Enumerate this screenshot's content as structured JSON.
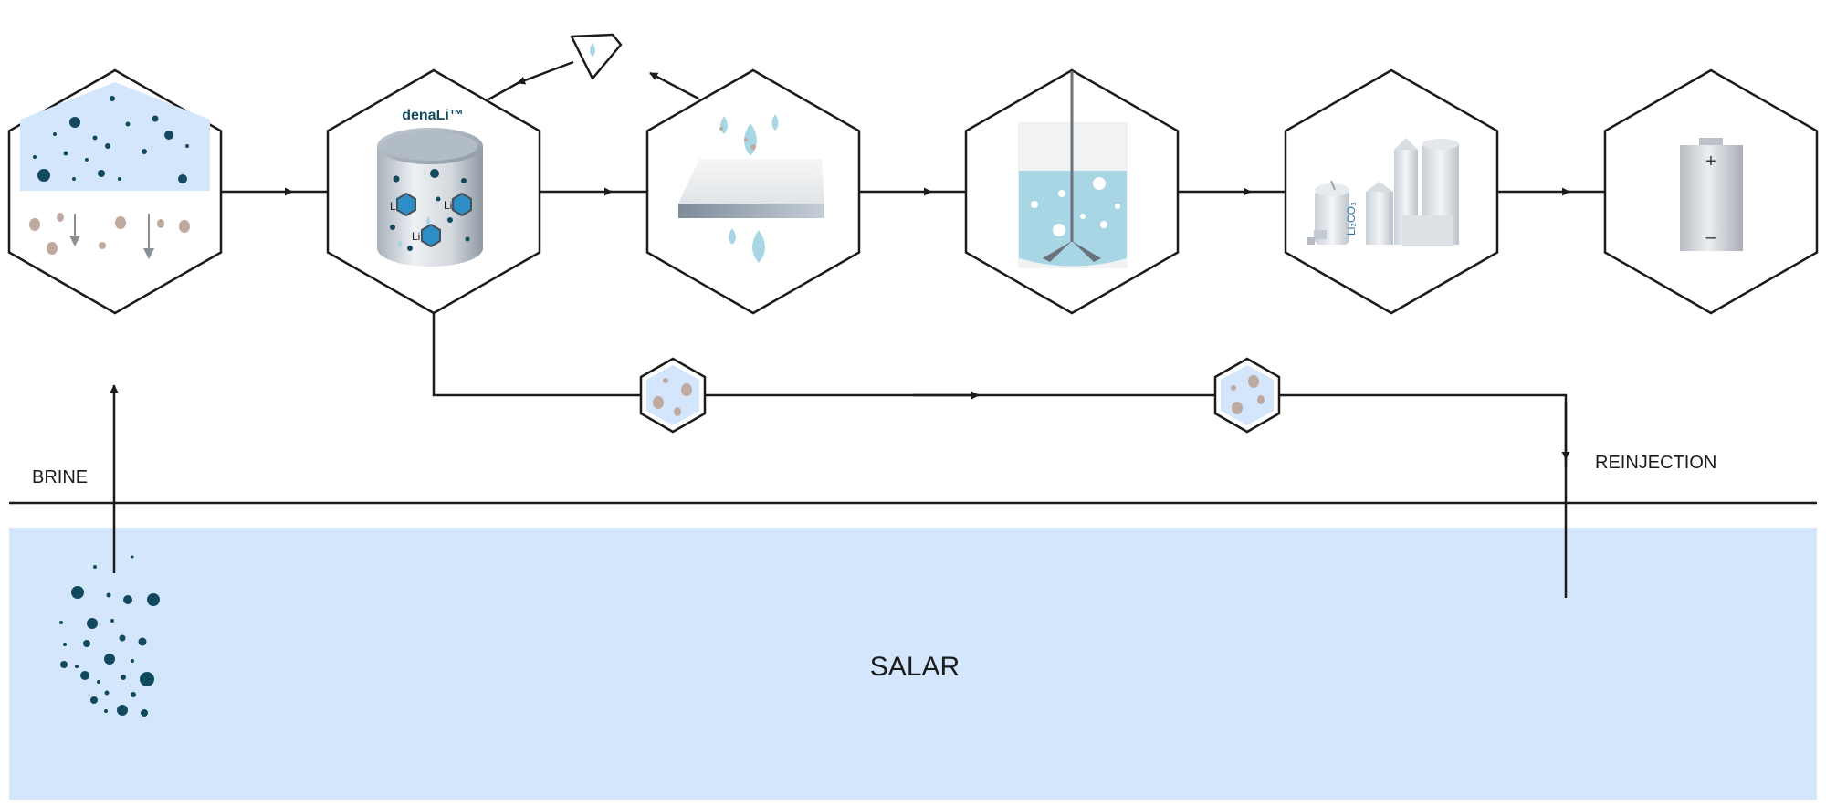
{
  "labels": {
    "brine": "BRINE",
    "reinjection": "REINJECTION",
    "salar": "SALAR",
    "brand": "denaLi™",
    "li": "Li",
    "carbonate": "Li₂CO₃",
    "battery_plus": "+",
    "battery_minus": "–"
  },
  "colors": {
    "salar_fill": "#d3e6fc",
    "line": "#1b1b1b",
    "dark_particle": "#13495e",
    "clay_particle": "#bfaaa0",
    "water_drop": "#a9d6e5",
    "brand_text": "#13495e"
  },
  "stages": [
    {
      "id": "brine-settling",
      "icon": "settling-tank-icon"
    },
    {
      "id": "denali-extraction",
      "icon": "sorbent-vessel-icon"
    },
    {
      "id": "membrane-filtration",
      "icon": "membrane-filter-icon"
    },
    {
      "id": "precipitation",
      "icon": "mixing-tank-icon"
    },
    {
      "id": "carbonate-plant",
      "icon": "industrial-plant-icon"
    },
    {
      "id": "battery",
      "icon": "battery-icon"
    }
  ],
  "recycle_icon": "recycle-water-icon",
  "reinjection_nodes": [
    "depleted-brine-node",
    "depleted-brine-node"
  ]
}
